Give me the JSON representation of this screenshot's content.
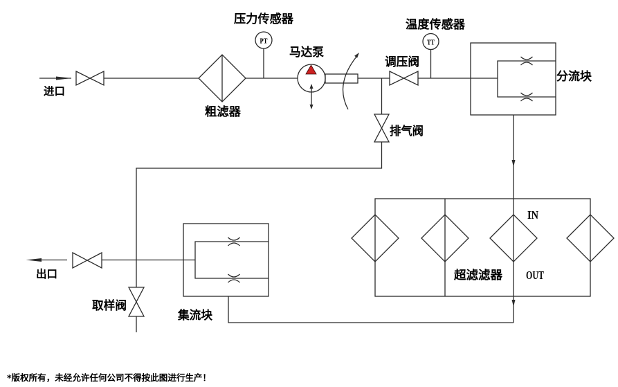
{
  "colors": {
    "background": "#ffffff",
    "line": "#2b2b2b",
    "text": "#000000",
    "pump_indicator": "#cc2222"
  },
  "diagram": {
    "components": {
      "inlet": {
        "type": "inlet",
        "label": "进口"
      },
      "inlet_valve": {
        "type": "valve"
      },
      "coarse_filter": {
        "type": "filter",
        "label": "粗滤器"
      },
      "pressure_sensor": {
        "type": "pressure-sensor",
        "label": "压力传感器",
        "tag": "PT"
      },
      "motor_pump": {
        "type": "pump",
        "label": "马达泵"
      },
      "pressure_regulating_valve": {
        "type": "valve",
        "label": "调压阀"
      },
      "temperature_sensor": {
        "type": "temperature-sensor",
        "label": "温度传感器",
        "tag": "TT"
      },
      "distribution_block": {
        "type": "manifold",
        "label": "分流块"
      },
      "drain_valve": {
        "type": "valve",
        "label": "排气阀"
      },
      "ultrafilter": {
        "type": "filter-bank",
        "label": "超滤滤器",
        "filters": 4,
        "in_label": "IN",
        "out_label": "OUT"
      },
      "collector_block": {
        "type": "manifold",
        "label": "集流块"
      },
      "sampling_valve": {
        "type": "valve",
        "label": "取样阀"
      },
      "outlet_valve": {
        "type": "valve"
      },
      "outlet": {
        "type": "outlet",
        "label": "出口"
      }
    },
    "connections": [
      [
        "inlet",
        "inlet_valve"
      ],
      [
        "inlet_valve",
        "coarse_filter"
      ],
      [
        "coarse_filter",
        "pressure_sensor"
      ],
      [
        "coarse_filter",
        "motor_pump"
      ],
      [
        "motor_pump",
        "drain_valve"
      ],
      [
        "motor_pump",
        "pressure_regulating_valve"
      ],
      [
        "pressure_regulating_valve",
        "temperature_sensor"
      ],
      [
        "pressure_regulating_valve",
        "distribution_block"
      ],
      [
        "distribution_block",
        "ultrafilter"
      ],
      [
        "ultrafilter",
        "collector_block"
      ],
      [
        "collector_block",
        "outlet_valve"
      ],
      [
        "outlet_valve",
        "outlet"
      ],
      [
        "drain_valve",
        "sampling_valve"
      ]
    ]
  },
  "footer": {
    "copyright": "*版权所有，未经允许任何公司不得按此图进行生产！"
  }
}
